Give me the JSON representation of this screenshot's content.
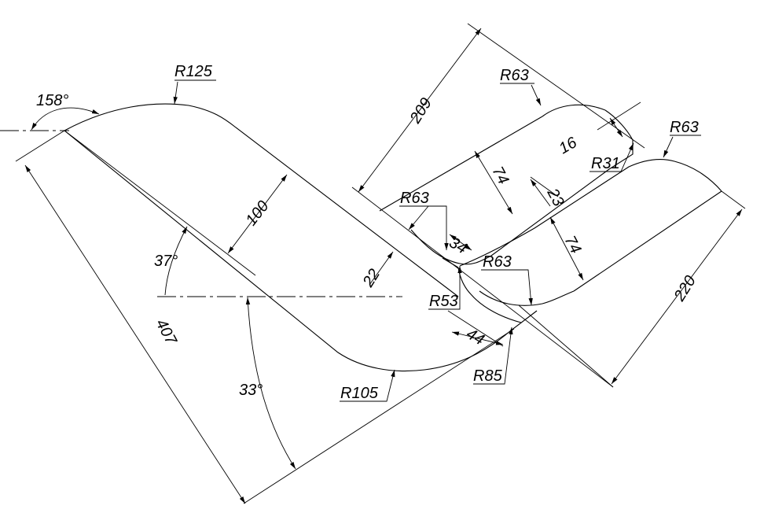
{
  "drawing": {
    "radii": {
      "r125": "R125",
      "r105": "R105",
      "r85": "R85",
      "r53": "R53",
      "r63_top": "R63",
      "r63_mid": "R63",
      "r63_right": "R63",
      "r63_low": "R63",
      "r31": "R31"
    },
    "angles": {
      "a158": "158°",
      "a37": "37°",
      "a33": "33°"
    },
    "lengths": {
      "d407": "407",
      "d100": "100",
      "d209": "209",
      "d220": "220",
      "d74_upper": "74",
      "d74_lower": "74",
      "d23": "23",
      "d16": "16",
      "d22": "22",
      "d34": "34",
      "d44": "44"
    }
  }
}
